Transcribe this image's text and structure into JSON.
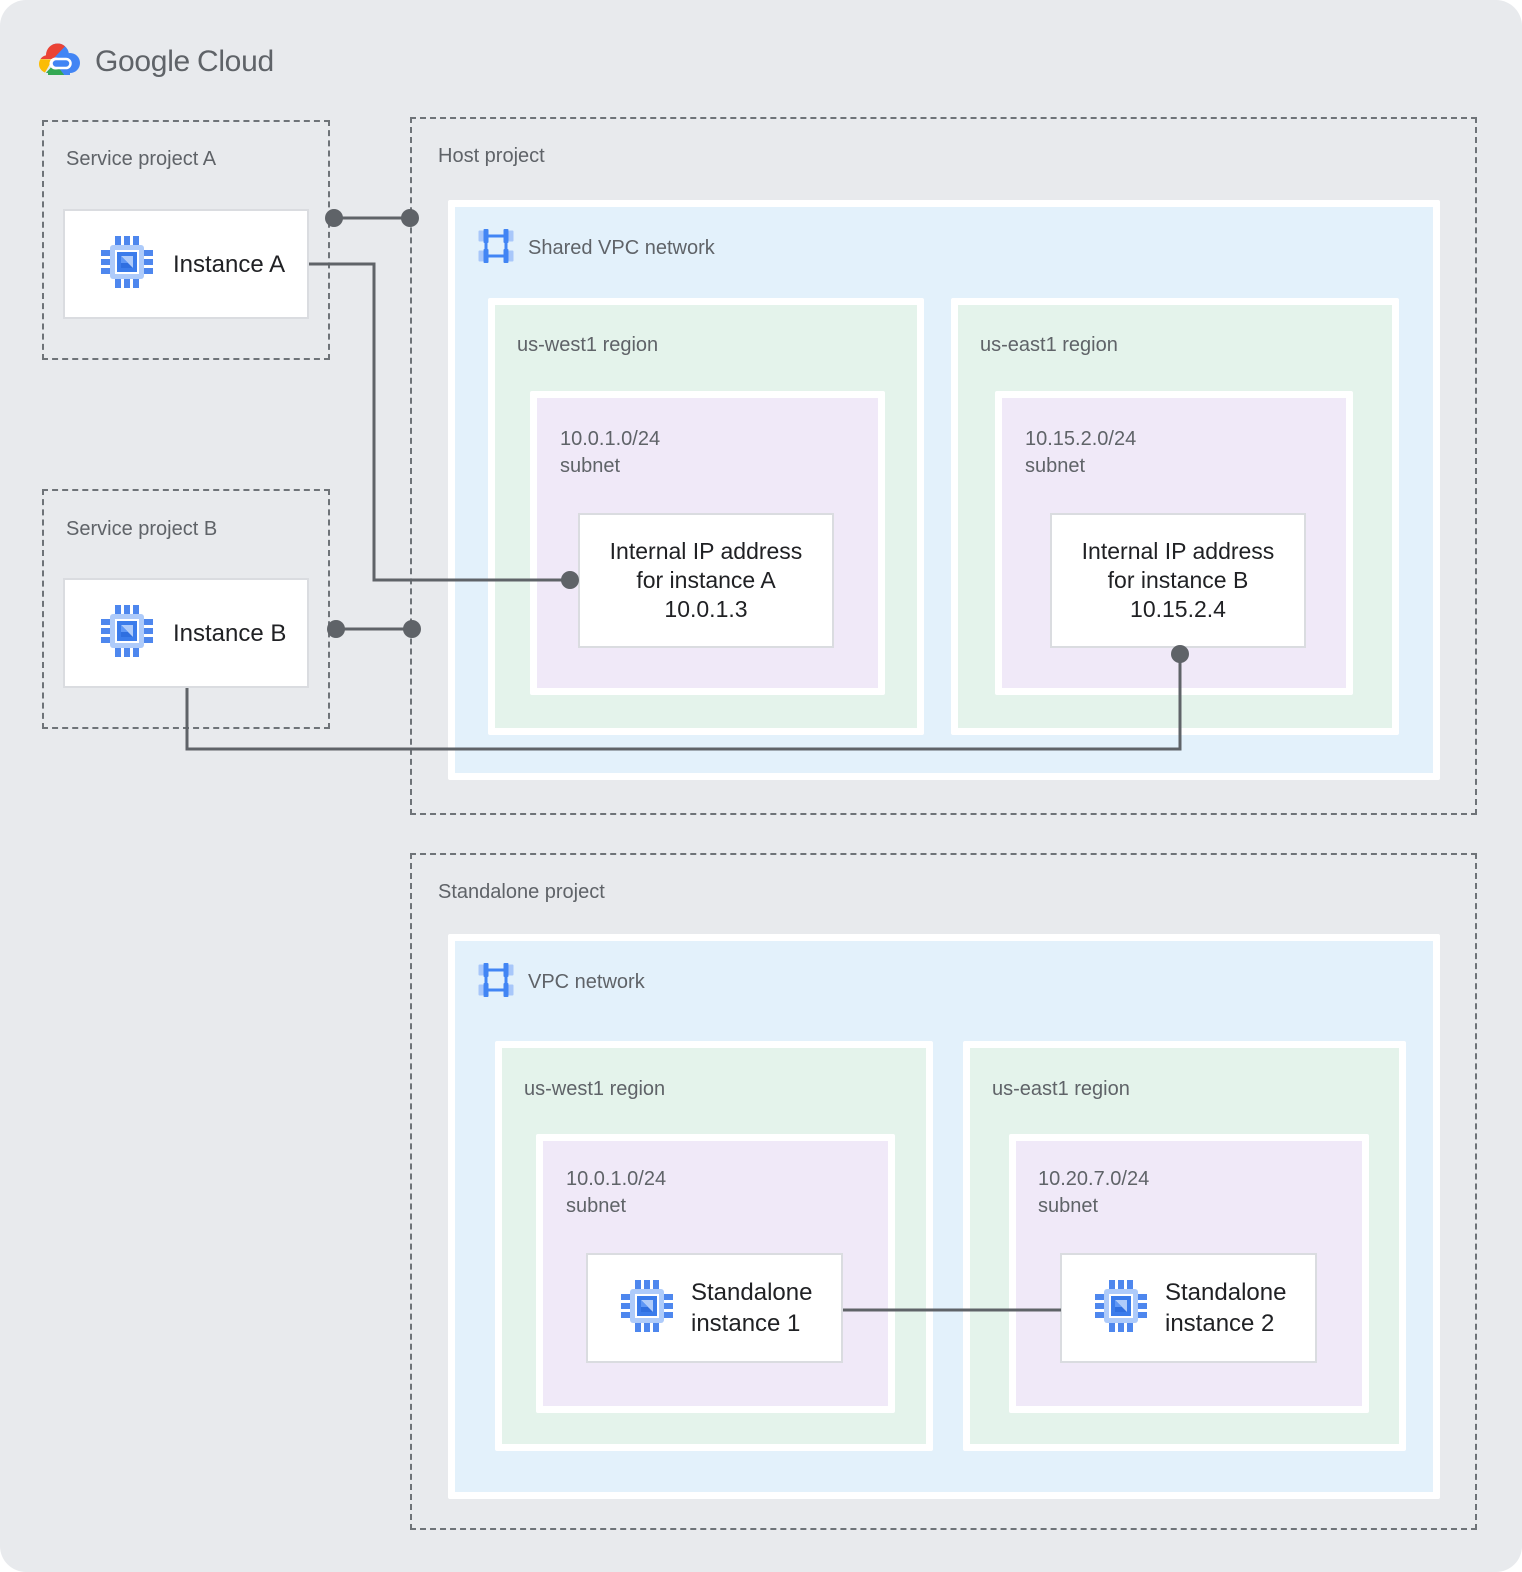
{
  "logo": {
    "brand": "Google",
    "product": "Cloud"
  },
  "colors": {
    "canvas_bg": "#E8EAED",
    "network_bg": "#E3F1FB",
    "region_bg": "#E4F3EB",
    "subnet_bg": "#F0E9F8",
    "connector": "#5F6368",
    "logo_blue": "#4285F4",
    "logo_red": "#EA4335",
    "logo_yellow": "#FBBC04",
    "logo_green": "#34A853"
  },
  "service_project_a": {
    "title": "Service project A",
    "instance": {
      "label": "Instance A"
    }
  },
  "service_project_b": {
    "title": "Service project B",
    "instance": {
      "label": "Instance B"
    }
  },
  "host_project": {
    "title": "Host project",
    "network": {
      "label": "Shared VPC network"
    },
    "regions": [
      {
        "name": "us-west1 region",
        "subnet": {
          "cidr": "10.0.1.0/24",
          "label": "subnet"
        },
        "resource": {
          "line1": "Internal IP address",
          "line2": "for instance A",
          "line3": "10.0.1.3"
        }
      },
      {
        "name": "us-east1 region",
        "subnet": {
          "cidr": "10.15.2.0/24",
          "label": "subnet"
        },
        "resource": {
          "line1": "Internal IP address",
          "line2": "for instance B",
          "line3": "10.15.2.4"
        }
      }
    ]
  },
  "standalone_project": {
    "title": "Standalone project",
    "network": {
      "label": "VPC network"
    },
    "regions": [
      {
        "name": "us-west1 region",
        "subnet": {
          "cidr": "10.0.1.0/24",
          "label": "subnet"
        },
        "instance": {
          "line1": "Standalone",
          "line2": "instance 1"
        }
      },
      {
        "name": "us-east1 region",
        "subnet": {
          "cidr": "10.20.7.0/24",
          "label": "subnet"
        },
        "instance": {
          "line1": "Standalone",
          "line2": "instance 2"
        }
      }
    ]
  }
}
